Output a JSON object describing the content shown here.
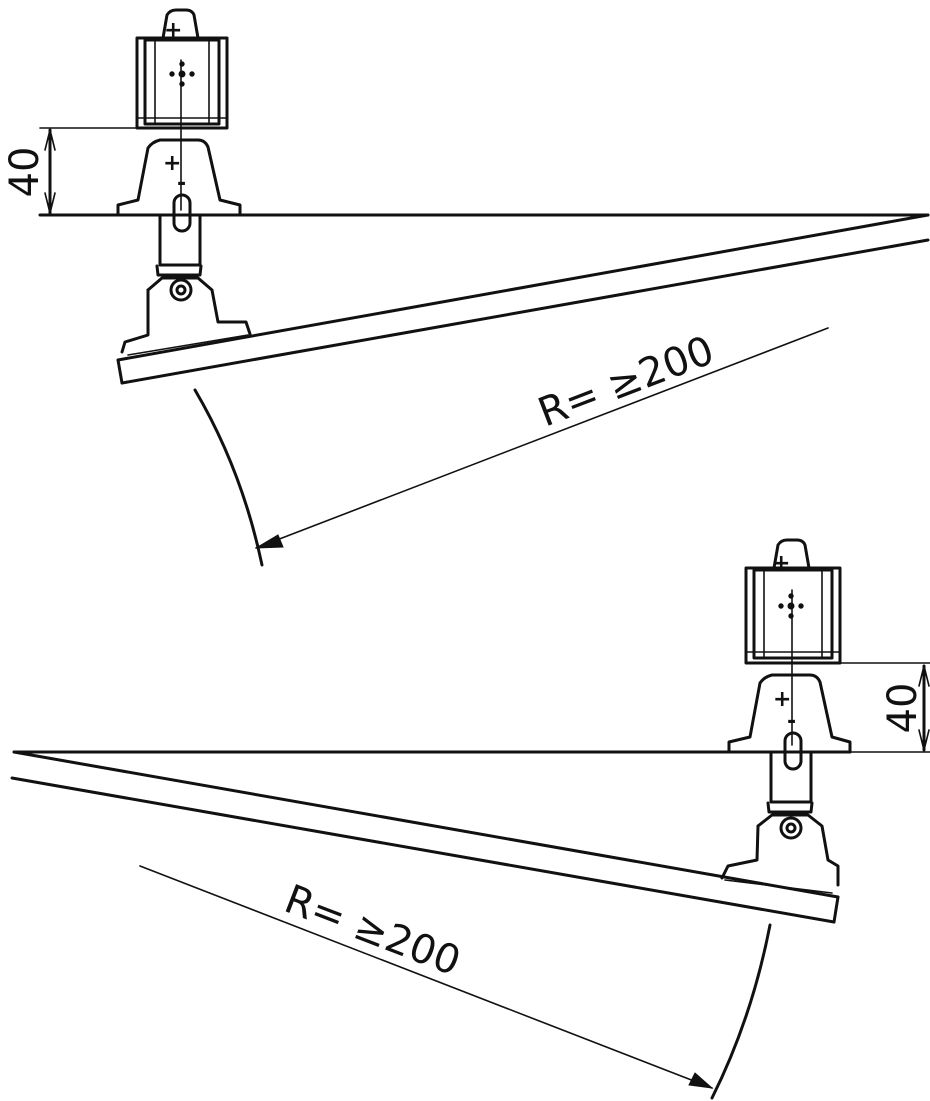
{
  "top_view": {
    "offset_label": "40",
    "radius_label": "R= ≥200"
  },
  "bottom_view": {
    "offset_label": "40",
    "radius_label": "R= ≥200"
  },
  "symbols": {
    "plus": "+",
    "minus": "-"
  },
  "colors": {
    "line": "#111111",
    "background": "#ffffff"
  }
}
